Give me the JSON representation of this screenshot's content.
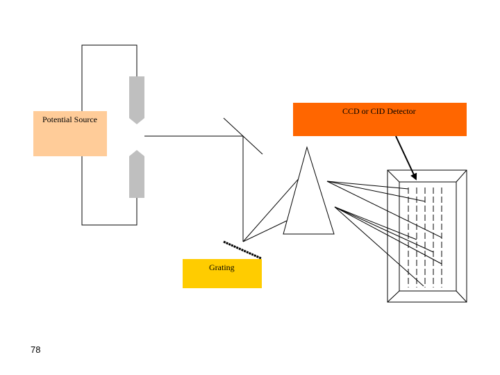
{
  "labels": {
    "potential_source": "Potential Source",
    "detector": "CCD or CID Detector",
    "grating": "Grating"
  },
  "page_number": "78",
  "colors": {
    "potential_source_fill": "#FFCC99",
    "detector_fill": "#FF6600",
    "grating_fill": "#FFCC00",
    "electrode_fill": "#BFBFBF",
    "line": "#000000"
  }
}
